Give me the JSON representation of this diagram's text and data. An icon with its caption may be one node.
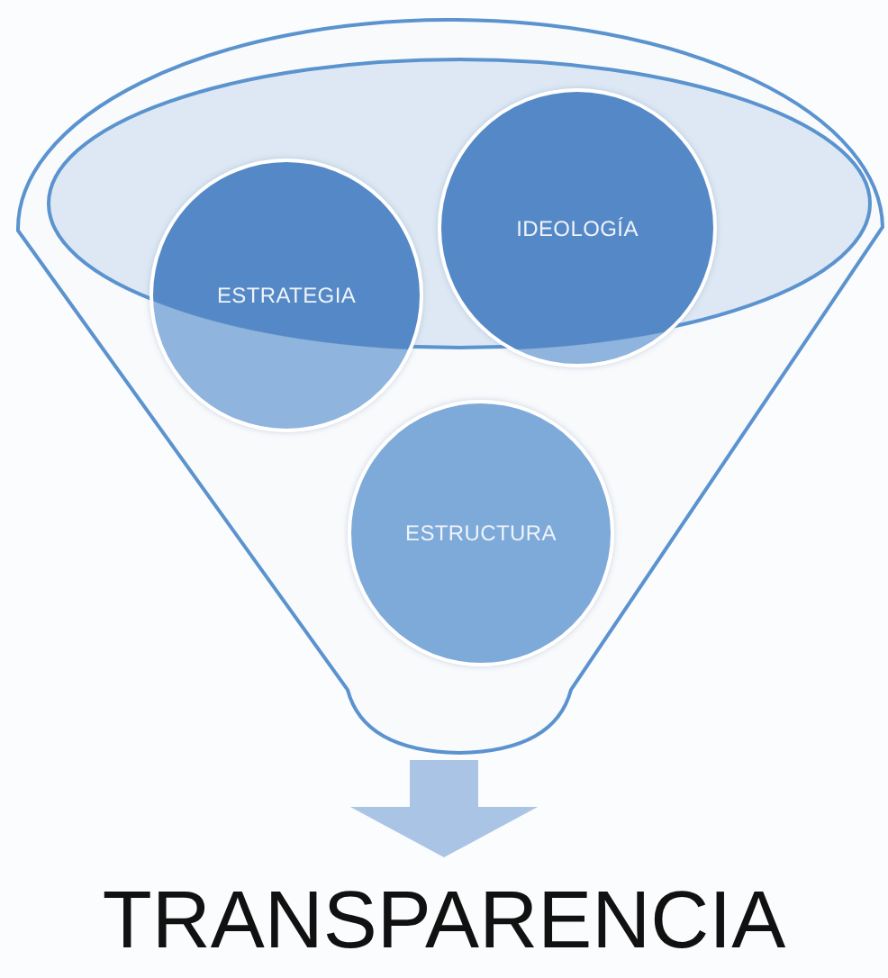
{
  "diagram": {
    "nodes": [
      {
        "text": [],
        "shape": "funnel"
      },
      {
        "text": [
          "ESTRATEGIA"
        ],
        "in": 0
      },
      {
        "text": [
          "IDEOLOGÍA"
        ],
        "in": 0
      },
      {
        "text": [
          "ESTRUCTURA"
        ],
        "in": 0
      },
      {
        "text": [
          "TRANSPARENCIA"
        ]
      }
    ],
    "edges": [
      {
        "from": 0,
        "to": 4,
        "arrow": "to"
      }
    ]
  }
}
